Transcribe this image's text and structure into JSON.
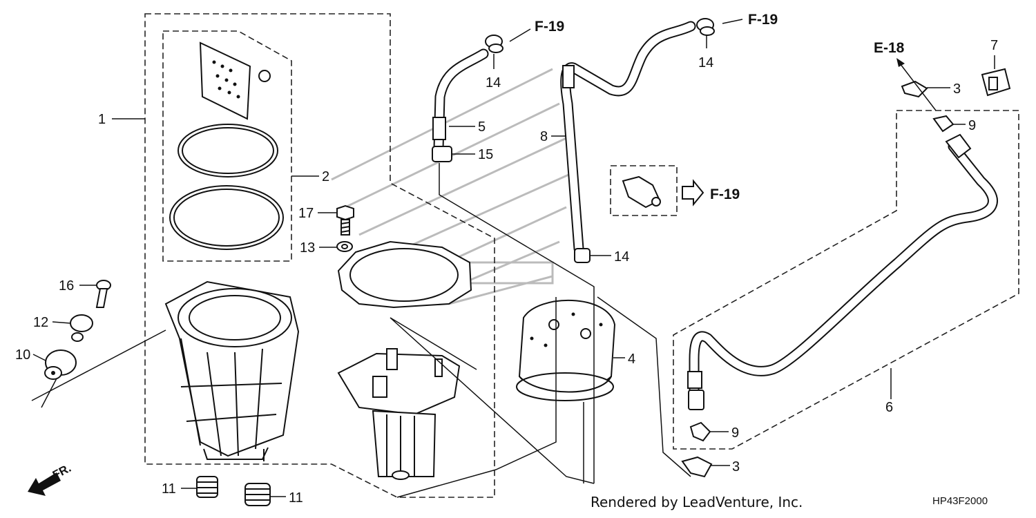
{
  "callouts": {
    "p1": "1",
    "p2": "2",
    "p3a": "3",
    "p3b": "3",
    "p4": "4",
    "p5": "5",
    "p6": "6",
    "p7": "7",
    "p8": "8",
    "p9a": "9",
    "p9b": "9",
    "p10": "10",
    "p11a": "11",
    "p11b": "11",
    "p12": "12",
    "p13": "13",
    "p14a": "14",
    "p14b": "14",
    "p14c": "14",
    "p15": "15",
    "p16": "16",
    "p17": "17"
  },
  "refs": {
    "f19_a": "F-19",
    "f19_b": "F-19",
    "f19_c": "F-19",
    "e18": "E-18"
  },
  "direction_label": "FR.",
  "credit": "Rendered by LeadVenture, Inc.",
  "diagram_code": "HP43F2000"
}
